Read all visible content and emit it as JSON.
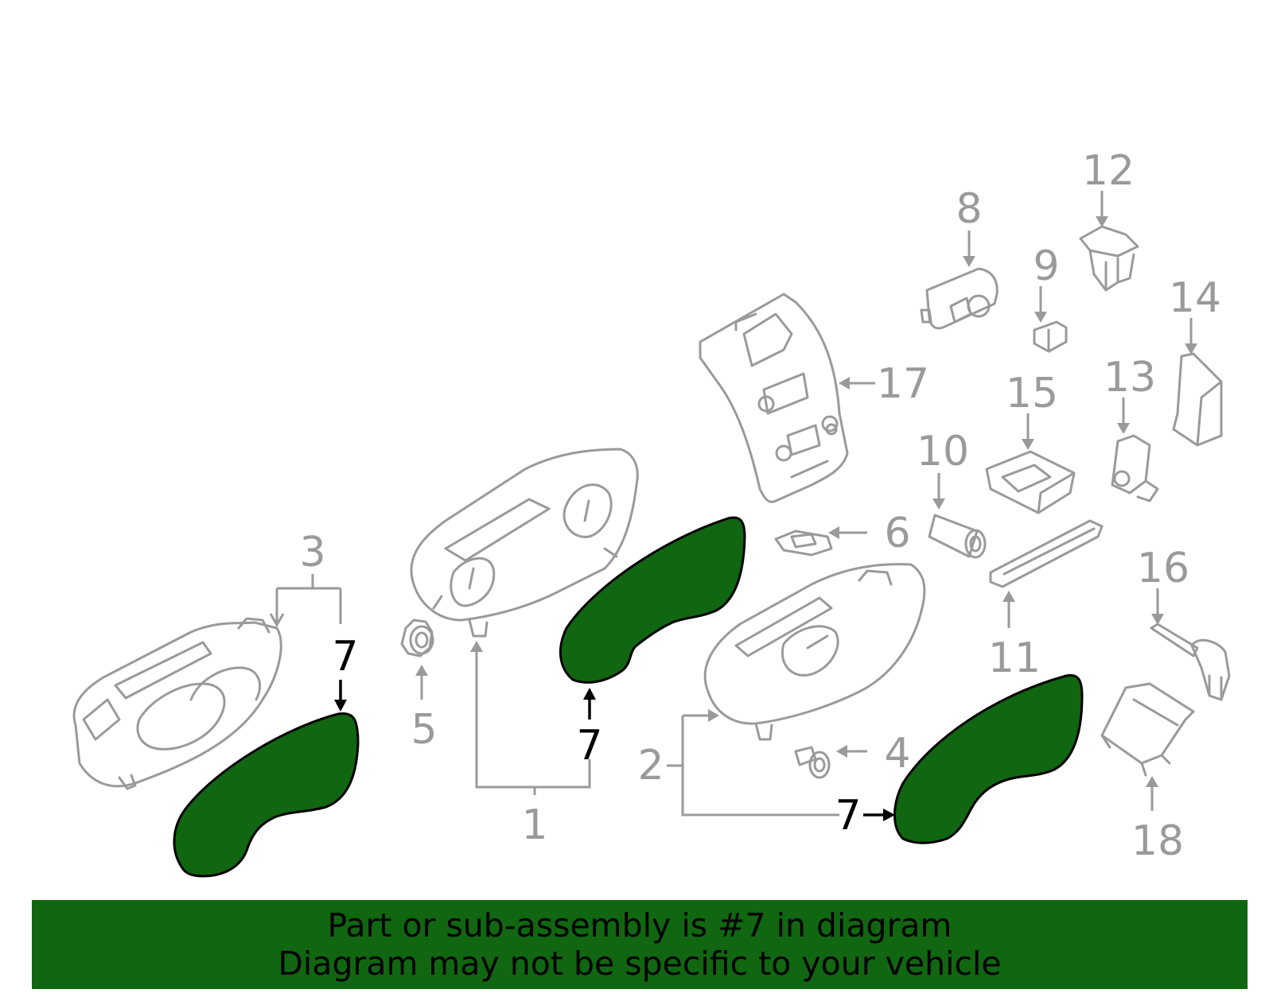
{
  "colors": {
    "highlight": "#116611",
    "line_gray": "#9a9a9a",
    "text_black": "#000000",
    "background": "#ffffff"
  },
  "callouts": {
    "c1": "1",
    "c2": "2",
    "c3": "3",
    "c4": "4",
    "c5": "5",
    "c6": "6",
    "c7a": "7",
    "c7b": "7",
    "c7c": "7",
    "c8": "8",
    "c9": "9",
    "c10": "10",
    "c11": "11",
    "c12": "12",
    "c13": "13",
    "c14": "14",
    "c15": "15",
    "c16": "16",
    "c17": "17",
    "c18": "18"
  },
  "highlighted_part": "7",
  "banner": {
    "line1": "Part or sub-assembly is #7 in diagram",
    "line2": "Diagram may not be specific to your vehicle"
  }
}
